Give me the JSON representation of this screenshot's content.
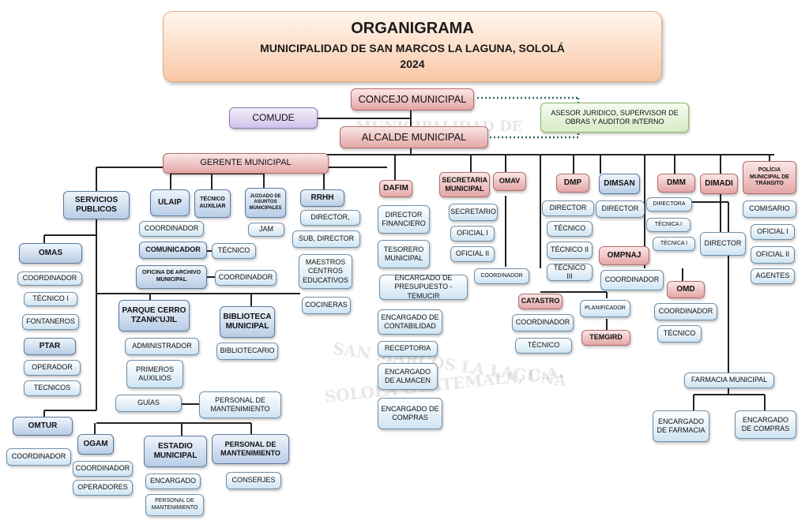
{
  "header": {
    "title": "ORGANIGRAMA",
    "subtitle": "MUNICIPALIDAD DE SAN MARCOS LA LAGUNA, SOLOLÁ",
    "year": "2024"
  },
  "watermark": {
    "top": "MUNICIPALIDAD DE",
    "bottom1": "SAN MARCOS LA LAGUNA",
    "bottom2": "SOLOLÁ GUATEMALA, C.A."
  },
  "nodes": {
    "concejo": "CONCEJO MUNICIPAL",
    "comude": "COMUDE",
    "asesor": "ASESOR JURIDICO, SUPERVISOR DE OBRAS Y AUDITOR INTERNO",
    "alcalde": "ALCALDE MUNICIPAL",
    "gerente": "GERENTE MUNICIPAL",
    "servicios": "SERVICIOS PUBLICOS",
    "omas": "OMAS",
    "omas_coord": "COORDINADOR",
    "omas_tec": "TÉCNICO I",
    "fontaneros": "FONTANEROS",
    "ptar": "PTAR",
    "operador": "OPERADOR",
    "tecnicos": "TECNICOS",
    "omtur": "OMTUR",
    "omtur_coord": "COORDINADOR",
    "ogam": "OGAM",
    "ogam_coord": "COORDINADOR",
    "ogam_oper": "OPERADORES",
    "estadio": "ESTADIO MUNICIPAL",
    "estadio_enc": "ENCARGADO",
    "estadio_pers": "PERSONAL DE MANTENIMIENTO",
    "pers_mant": "PERSONAL DE MANTENIMIENTO",
    "conserjes": "CONSERJES",
    "ulaip": "ULAIP",
    "ulaip_coord": "COORDINADOR",
    "comunicador": "COMUNICADOR",
    "com_tec": "TÉCNICO",
    "archivo": "OFICINA DE ARCHIVO MUNICIPAL",
    "archivo_coord": "COORDINADOR",
    "tec_aux": "TÉCNICO AUXILIAR",
    "juzgado": "JUZGADO DE ASUNTOS MUNICIPALES",
    "jam": "JAM",
    "parque": "PARQUE CERRO TZANK'UJIL",
    "admin": "ADMINISTRADOR",
    "auxilios": "PRIMEROS AUXILIOS",
    "guias": "GUÍAS",
    "parque_pers": "PERSONAL DE MANTENIMIENTO",
    "biblioteca": "BIBLIOTECA MUNICIPAL",
    "bibliotecario": "BIBLIOTECARIO",
    "rrhh": "RRHH",
    "rrhh_dir": "DIRECTOR,",
    "rrhh_sub": "SUB, DIRECTOR",
    "maestros": "MAESTROS CENTROS EDUCATIVOS",
    "cocineras": "COCINERAS",
    "dafim": "DAFIM",
    "dir_fin": "DIRECTOR FINANCIERO",
    "tesorero": "TESORERO MUNICIPAL",
    "presupuesto": "ENCARGADO DE PRESUPUESTO - TEMUCIR",
    "contabilidad": "ENCARGADO DE CONTABILIDAD",
    "receptoria": "RECEPTORIA",
    "almacen": "ENCARGADO DE ALMACEN",
    "compras": "ENCARGADO DE COMPRAS",
    "secretaria": "SECRETARIA MUNICIPAL",
    "secretario": "SECRETARIO",
    "oficial1": "OFICIAL I",
    "oficial2": "OFICIAL II",
    "omav": "OMAV",
    "omav_coord": "COORDINADOR",
    "catastro": "CATASTRO",
    "cat_coord": "COORDINADOR",
    "cat_tec": "TÉCNICO",
    "dmp": "DMP",
    "dmp_dir": "DIRECTOR",
    "dmp_tec": "TÉCNICO",
    "dmp_tec2": "TÉCNICO II",
    "dmp_tec3": "TÉCNICO III",
    "planificador": "PLANIFICADOR",
    "temgird": "TEMGIRD",
    "dimsan": "DIMSAN",
    "dimsan_dir": "DIRECTOR",
    "ompnaj": "OMPNAJ",
    "ompnaj_coord": "COORDINADOR",
    "dmm": "DMM",
    "dmm_dir": "DIRECTORA",
    "dmm_tec1": "TÉCNICA I",
    "dmm_tec2": "TÉCNICA I",
    "omd": "OMD",
    "omd_coord": "COORDINADOR",
    "omd_tec": "TÉCNICO",
    "dimadi": "DIMADI",
    "dimadi_dir": "DIRECTOR",
    "farmacia": "FARMACIA MUNICIPAL",
    "enc_farmacia": "ENCARGADO DE FARMACIA",
    "enc_compras": "ENCARGADO DE COMPRAS",
    "policia": "POLÍCIA MUNICIPAL DE TRÁNSITO",
    "comisario": "COMISARIO",
    "pol_of1": "OFICIAL I",
    "pol_of2": "OFICIAL II",
    "agentes": "AGENTES"
  }
}
